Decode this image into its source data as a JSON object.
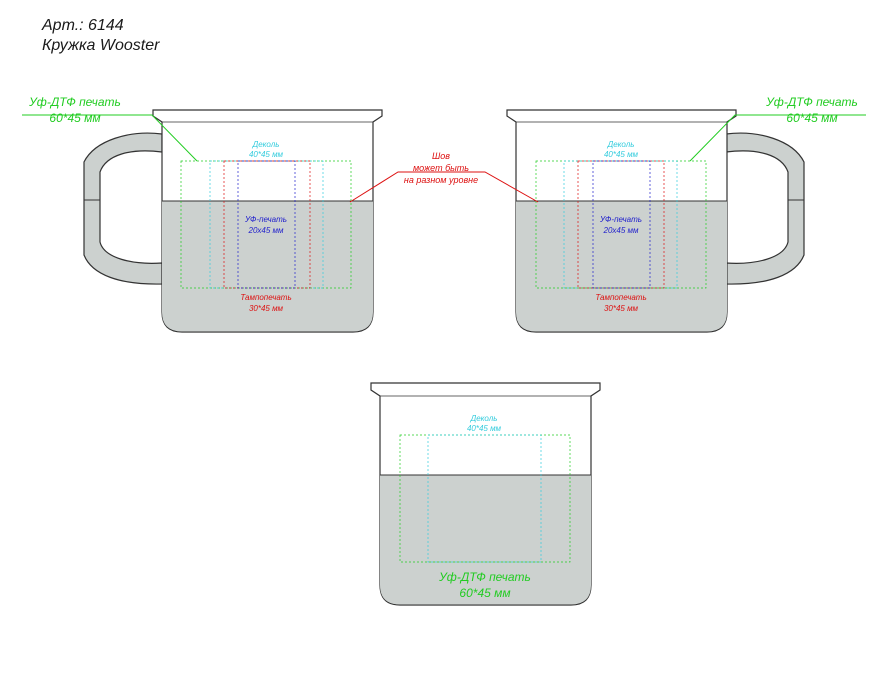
{
  "header": {
    "article": "Арт.: 6144",
    "model": "Кружка Wooster"
  },
  "labels": {
    "uv_dtf_title": "Уф-ДТФ печать",
    "uv_dtf_size": "60*45 мм",
    "decal_title": "Деколь",
    "decal_size": "40*45 мм",
    "uv_title": "УФ-печать",
    "uv_size": "20x45 мм",
    "pad_title": "Тампопечать",
    "pad_size": "30*45 мм",
    "seam_line1": "Шов",
    "seam_line2": "может быть",
    "seam_line3": "на разном уровне"
  },
  "colors": {
    "mug_fill": "#ccd1cf",
    "mug_outline": "#333333",
    "uv_dtf": "#22cc22",
    "decal": "#33ccdd",
    "uv": "#2222cc",
    "pad": "#dd1111",
    "seam": "#dd1111"
  }
}
